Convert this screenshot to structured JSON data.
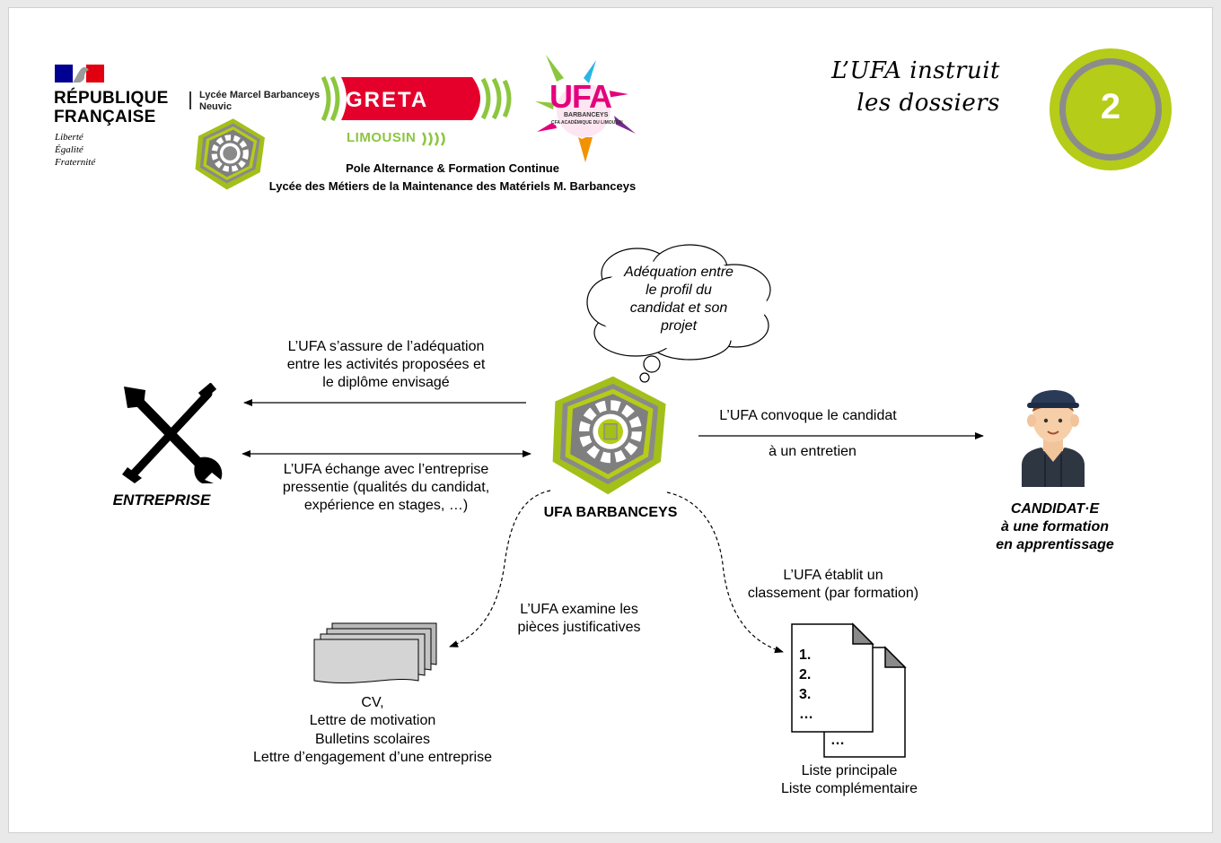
{
  "header": {
    "republique_line1": "RÉPUBLIQUE",
    "republique_line2": "FRANÇAISE",
    "motto": [
      "Liberté",
      "Égalité",
      "Fraternité"
    ],
    "lycee_line1": "Lycée Marcel Barbanceys",
    "lycee_line2": "Neuvic",
    "greta": "GRETA",
    "greta_sub": "LIMOUSIN",
    "ufa_logo": "UFA",
    "ufa_logo_sub1": "BARBANCEYS",
    "ufa_logo_sub2": "CFA ACADÉMIQUE DU LIMOUSIN",
    "pole_line1": "Pole Alternance & Formation Continue",
    "pole_line2": "Lycée des Métiers de la Maintenance des Matériels M. Barbanceys",
    "title_line1": "L’UFA instruit",
    "title_line2": "les dossiers",
    "step_number": "2"
  },
  "diagram": {
    "cloud": [
      "Adéquation entre",
      "le profil du",
      "candidat et son",
      "projet"
    ],
    "center_label": "UFA BARBANCEYS",
    "entreprise_label": "ENTREPRISE",
    "candidat_label": [
      "CANDIDAT·E",
      "à une formation",
      "en apprentissage"
    ],
    "arrow_top_left": [
      "L’UFA s’assure de l’adéquation",
      "entre les activités proposées et",
      "le diplôme envisagé"
    ],
    "arrow_bottom_left": [
      "L’UFA échange avec l’entreprise",
      "pressentie (qualités du candidat,",
      "expérience en stages, …)"
    ],
    "arrow_right_top": "L’UFA convoque le candidat",
    "arrow_right_bottom": "à un entretien",
    "examine": [
      "L’UFA examine les",
      "pièces justificatives"
    ],
    "classement": [
      "L’UFA établit un",
      "classement (par formation)"
    ],
    "documents": [
      "CV,",
      "Lettre de motivation",
      "Bulletins scolaires",
      "Lettre d’engagement d’une entreprise"
    ],
    "list_numbers": [
      "1.",
      "2.",
      "3.",
      "…"
    ],
    "list_back": "…",
    "lists": [
      "Liste principale",
      "Liste complémentaire"
    ]
  },
  "colors": {
    "green": "#b5cc18",
    "grey": "#8c8c8c",
    "greta_red": "#e4002b",
    "limousin_green": "#8cc63f",
    "rf_blue": "#000091",
    "rf_red": "#e1000f"
  }
}
